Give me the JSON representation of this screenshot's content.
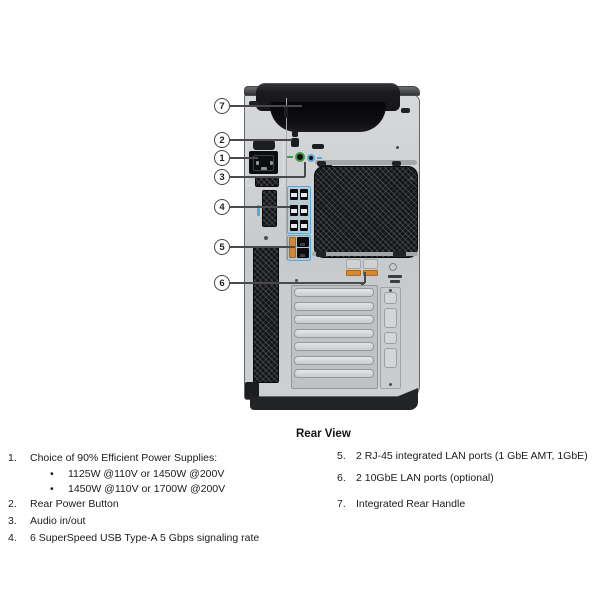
{
  "legend": {
    "title": "Rear View",
    "bullet_char": "•",
    "left": [
      {
        "num": "1.",
        "text": "Choice of 90% Efficient Power Supplies:",
        "bullets": [
          "1125W @110V or 1450W @200V",
          "1450W @110V or 1700W @200V"
        ]
      },
      {
        "num": "2.",
        "text": "Rear Power Button"
      },
      {
        "num": "3.",
        "text": "Audio in/out"
      },
      {
        "num": "4.",
        "text": "6 SuperSpeed USB Type-A 5 Gbps signaling rate"
      }
    ],
    "right": [
      {
        "num": "5.",
        "text": "2 RJ-45 integrated LAN ports (1 GbE AMT, 1GbE)"
      },
      {
        "num": "6.",
        "text": "2 10GbE LAN ports (optional)"
      },
      {
        "num": "7.",
        "text": "Integrated Rear Handle"
      }
    ]
  },
  "diagram": {
    "callouts": [
      {
        "num": "1",
        "target": "power-supply-inlet"
      },
      {
        "num": "2",
        "target": "rear-power-button"
      },
      {
        "num": "3",
        "target": "audio-in-out-jacks"
      },
      {
        "num": "4",
        "target": "usb-type-a-ports"
      },
      {
        "num": "5",
        "target": "rj45-lan-ports"
      },
      {
        "num": "6",
        "target": "10gbe-lan-ports-optional"
      },
      {
        "num": "7",
        "target": "integrated-rear-handle"
      }
    ],
    "colors": {
      "highlight_blue": "#56a9d6",
      "accent_orange": "#d8872c",
      "audio_green": "#3f9e44",
      "audio_blue": "#58a8d8"
    }
  }
}
